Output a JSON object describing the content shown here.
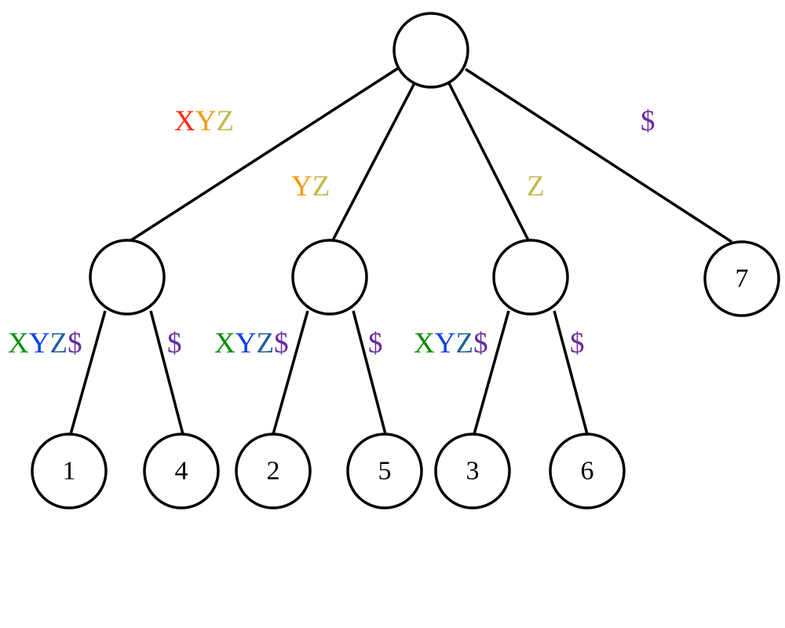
{
  "colors": {
    "X_top": "#ff2a14",
    "Y_top": "#f59a0a",
    "Z": "#c3b84f",
    "X": "#079007",
    "Y": "#0b3ff0",
    "Z_leaf": "#1e6299",
    "dollar": "#6a2b9e"
  },
  "nodes": {
    "root": "",
    "n_xyz": "",
    "n_yz": "",
    "n_z": "",
    "leaf_7": "7",
    "leaf_1": "1",
    "leaf_4": "4",
    "leaf_2": "2",
    "leaf_5": "5",
    "leaf_3": "3",
    "leaf_6": "6"
  },
  "edges": {
    "root_xyz": [
      {
        "text": "X",
        "color": "X_top"
      },
      {
        "text": "Y",
        "color": "Y_top"
      },
      {
        "text": "Z",
        "color": "Z"
      }
    ],
    "root_yz": [
      {
        "text": "Y",
        "color": "Y_top"
      },
      {
        "text": "Z",
        "color": "Z"
      }
    ],
    "root_z": [
      {
        "text": "Z",
        "color": "Z"
      }
    ],
    "root_7": [
      {
        "text": "$",
        "color": "dollar"
      }
    ],
    "xyz_1": [
      {
        "text": "X",
        "color": "X"
      },
      {
        "text": "Y",
        "color": "Y"
      },
      {
        "text": "Z",
        "color": "Z_leaf"
      },
      {
        "text": "$",
        "color": "dollar"
      }
    ],
    "xyz_4": [
      {
        "text": "$",
        "color": "dollar"
      }
    ],
    "yz_2": [
      {
        "text": "X",
        "color": "X"
      },
      {
        "text": "Y",
        "color": "Y"
      },
      {
        "text": "Z",
        "color": "Z_leaf"
      },
      {
        "text": "$",
        "color": "dollar"
      }
    ],
    "yz_5": [
      {
        "text": "$",
        "color": "dollar"
      }
    ],
    "z_3": [
      {
        "text": "X",
        "color": "X"
      },
      {
        "text": "Y",
        "color": "Y"
      },
      {
        "text": "Z",
        "color": "Z_leaf"
      },
      {
        "text": "$",
        "color": "dollar"
      }
    ],
    "z_6": [
      {
        "text": "$",
        "color": "dollar"
      }
    ]
  }
}
